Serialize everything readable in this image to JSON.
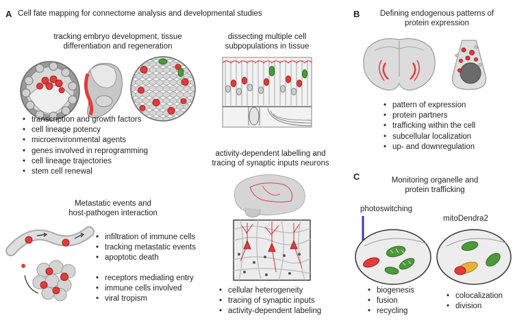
{
  "panel_a": {
    "letter": "A",
    "title": "Cell fate mapping for connectome analysis and developmental studies",
    "embryo": {
      "heading": [
        "tracking embryo development, tissue",
        "differentiation and regeneration"
      ],
      "bullets": [
        "transcription and growth factors",
        "cell lineage potency",
        "microenvironmental agents",
        "genes involved in reprogramming",
        "cell lineage trajectories",
        "stem cell renewal"
      ]
    },
    "tissue": {
      "heading": [
        "dissecting multiple cell",
        "subpopulations in tissue"
      ]
    },
    "metastatic": {
      "heading": [
        "Metastatic events and",
        "host-pathogen interaction"
      ],
      "bullets_top": [
        "infiltration of immune cells",
        "tracking metastatic events",
        "apoptotic death"
      ],
      "bullets_bottom": [
        "receptors mediating entry",
        "immune cells involved",
        "viral tropism"
      ]
    },
    "activity": {
      "heading": [
        "activity-dependent labelling and",
        "tracing of synaptic inputs neurons"
      ],
      "bullets": [
        "cellular heterogeneity",
        "tracing of synaptic inputs",
        "activity-dependent labeling"
      ]
    }
  },
  "panel_b": {
    "letter": "B",
    "heading": [
      "Defining endogenous patterns of",
      "protein expression"
    ],
    "bullets": [
      "pattern of expression",
      "protein partners",
      "trafficking within the cell",
      "subcellular localization",
      "up- and downregulation"
    ]
  },
  "panel_c": {
    "letter": "C",
    "heading": [
      "Monitoring organelle and",
      "protein trafficking"
    ],
    "label_left": "photoswitching",
    "label_right": "mitoDendra2",
    "bullets_left": [
      "biogenesis",
      "fusion",
      "recycling"
    ],
    "bullets_right": [
      "colocalization",
      "division"
    ]
  },
  "colors": {
    "red": "#e23b3b",
    "green": "#4c9a3a",
    "gray": "#bdbdbd",
    "dark": "#555555",
    "blue": "#3a3ab0"
  }
}
